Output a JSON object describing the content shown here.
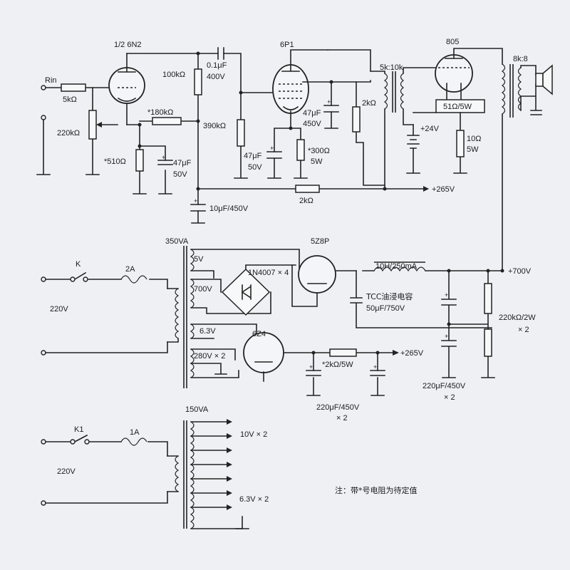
{
  "labels": {
    "rin": "Rin",
    "r_5k": "5kΩ",
    "r_220k": "220kΩ",
    "r_510": "*510Ω",
    "tube_6n2": "1/2 6N2",
    "r_100k": "100kΩ",
    "c_01u": "0.1μF",
    "v_400": "400V",
    "r_180k": "*180kΩ",
    "c_47u_a": "47μF",
    "v_50_a": "50V",
    "r_390k": "390kΩ",
    "c_10u": "10μF/450V",
    "tube_6p1": "6P1",
    "c_47u_b": "47μF",
    "v_450_b": "450V",
    "c_47u_c": "47μF",
    "v_50_c": "50V",
    "r_300": "*300Ω",
    "w_5": "5W",
    "r_2k_a": "2kΩ",
    "r_2k_b": "2kΩ",
    "t_5k10k": "5k:10k",
    "tube_805": "805",
    "t_8k8": "8k:8",
    "r_51": "51Ω/5W",
    "v_24": "+24V",
    "r_10": "10Ω",
    "w_5b": "5W",
    "v_265_a": "+265V",
    "va_350": "350VA",
    "tube_5z8p": "5Z8P",
    "sw_k": "K",
    "fuse_2a": "2A",
    "v_220_a": "220V",
    "sec_5v": "5V",
    "sec_700v": "700V",
    "diode": "1N4007 × 4",
    "choke": "10H/250mA",
    "c_tcc": "TCC油浸电容",
    "c_50u": "50μF/750V",
    "v_700": "+700V",
    "r_220k2w": "220kΩ/2W",
    "x2_a": "× 2",
    "sec_63v": "6.3V",
    "tube_6z4": "6Z4",
    "sec_280v": "280V × 2",
    "r_2k5w": "*2kΩ/5W",
    "v_265_b": "+265V",
    "c_220u_a": "220μF/450V",
    "x2_b": "× 2",
    "c_220u_b": "220μF/450V",
    "x2_c": "× 2",
    "va_150": "150VA",
    "sw_k1": "K1",
    "fuse_1a": "1A",
    "v_220_b": "220V",
    "sec_10v": "10V × 2",
    "sec_63v2": "6.3V × 2",
    "note": "注：带*号电阻为待定值"
  }
}
